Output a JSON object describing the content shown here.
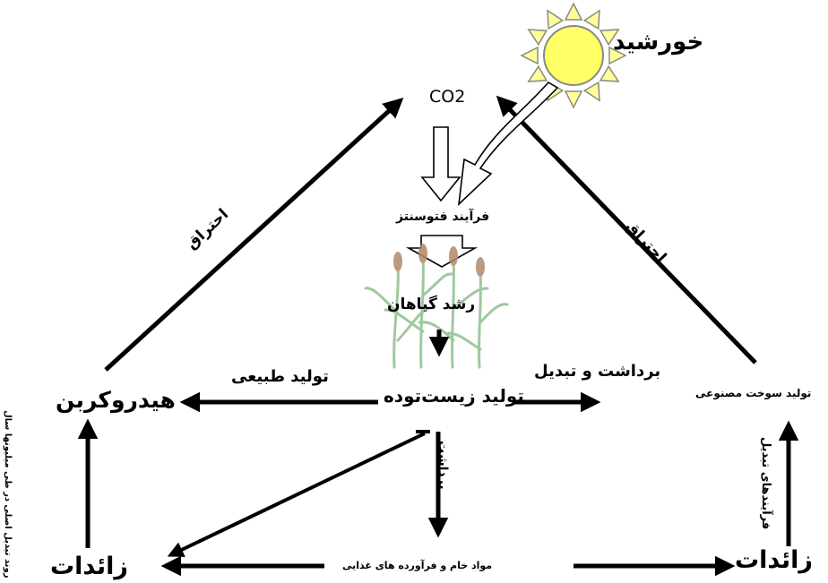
{
  "sun": {
    "label": "خورشید",
    "fill": "#ffff66",
    "ray_fill": "#ffff99",
    "stroke": "#888888"
  },
  "co2": "CO2",
  "photosynthesis": "فرآیند فتوسنتز",
  "plant_growth": "رشد گیاهان",
  "biomass": "تولید زیست‌توده",
  "hydrocarbon": "هیدروکربن",
  "artificial_fuel": "تولید سوخت مصنوعی",
  "raw_materials": "مواد خام و فرآورده های غذایی",
  "waste_left": "زائدات",
  "waste_right": "زائدات",
  "edges": {
    "combustion_left": "احتراق",
    "combustion_right": "احتراق",
    "natural_production": "تولید طبیعی",
    "harvest_conversion": "برداشت و تبدیل",
    "harvest": "برداشت",
    "conversion_processes": "فرآیندهای تبدیل",
    "long_conversion": "روند تبدیل اصلی در طی میلیونها سال"
  },
  "icons": {
    "plant": "corn-plant-icon",
    "sun": "sun-icon"
  },
  "colors": {
    "line": "#000000",
    "plant_leaf": "#8fbf8f",
    "plant_head": "#b08a6a"
  }
}
